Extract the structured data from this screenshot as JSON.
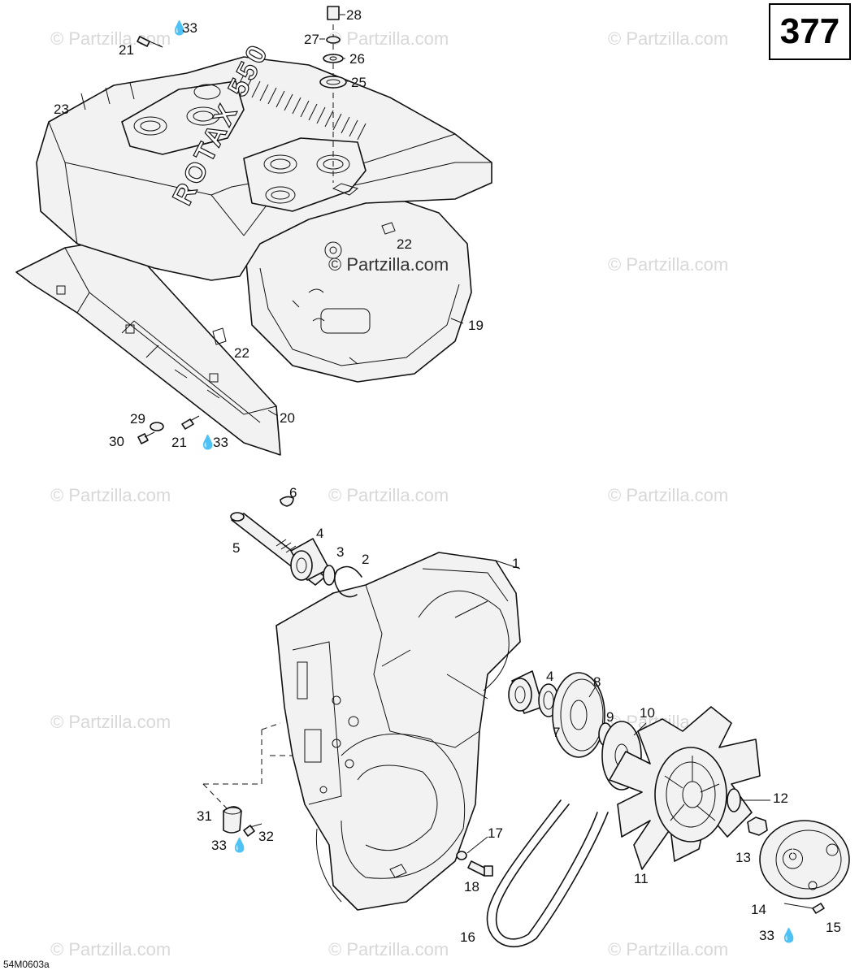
{
  "page_number": "377",
  "diagram_code": "54M0603a",
  "watermark_text": "© Partzilla.com",
  "brand_marking": "ROTAX 550",
  "callouts": [
    "28",
    "27",
    "26",
    "25",
    "21",
    "33",
    "23",
    "22",
    "22",
    "19",
    "20",
    "29",
    "30",
    "21",
    "33",
    "6",
    "5",
    "4",
    "3",
    "2",
    "1",
    "4",
    "8",
    "7",
    "9",
    "10",
    "12",
    "13",
    "11",
    "14",
    "31",
    "33",
    "32",
    "17",
    "18",
    "16",
    "33",
    "15"
  ]
}
